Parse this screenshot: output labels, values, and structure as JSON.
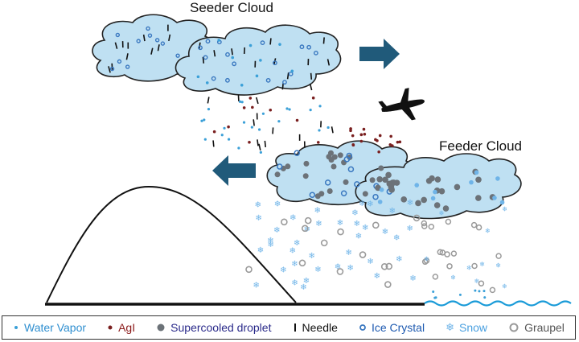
{
  "labels": {
    "seeder_cloud": "Seeder Cloud",
    "feeder_cloud": "Feeder Cloud"
  },
  "legend": {
    "water_vapor": "Water Vapor",
    "agi": "AgI",
    "supercooled_droplet": "Supercooled droplet",
    "needle": "Needle",
    "ice_crystal": "Ice Crystal",
    "snow": "Snow",
    "graupel": "Graupel"
  },
  "colors": {
    "cloud_fill": "#bfe0f2",
    "cloud_stroke": "#222222",
    "arrow": "#205a7a",
    "water_vapor": "#3ba0d8",
    "agi": "#7a1f1f",
    "supercooled_droplet": "#6c7278",
    "ice_crystal": "#3a78c0",
    "snow": "#6fb4e8",
    "graupel": "#9a9a9a",
    "water_vapor_text": "#2f8fd0",
    "agi_text": "#8b1a1a",
    "supercooled_text": "#2a2a8a",
    "ice_crystal_text": "#1e5ab0",
    "snow_text": "#4aa0e0",
    "graupel_text": "#555555",
    "water_line": "#1a9bd8"
  },
  "icons": {
    "aircraft": "airplane-icon",
    "wind": "arrow-icon",
    "snow": "snowflake-icon"
  }
}
